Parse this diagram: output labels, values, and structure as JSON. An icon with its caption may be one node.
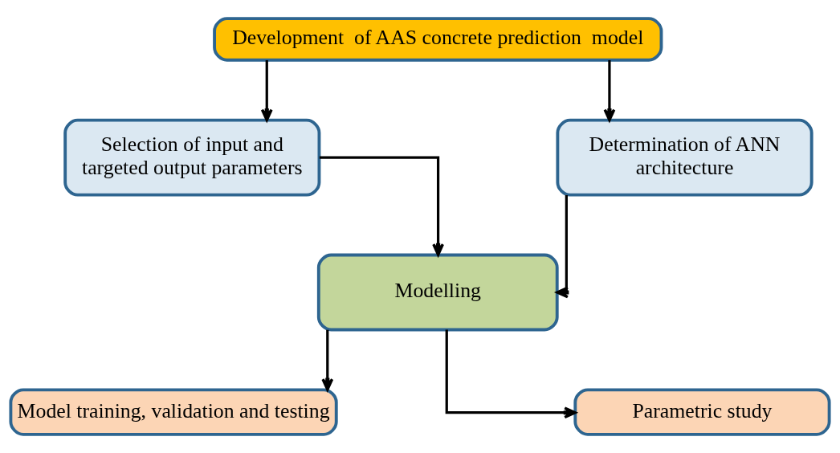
{
  "diagram": {
    "nodes": [
      {
        "text": [
          "Development  of AAS concrete prediction  model"
        ]
      },
      {
        "text": [
          "Selection of input and targeted output parameters"
        ]
      },
      {
        "text": [
          "Determination of ANN architecture"
        ]
      },
      {
        "text": [
          "Modelling"
        ]
      },
      {
        "text": [
          "Model training, validation and testing"
        ]
      },
      {
        "text": [
          "Parametric study"
        ]
      }
    ],
    "edges": [
      {
        "from": 0,
        "to": 1,
        "arrow": "to"
      },
      {
        "from": 0,
        "to": 2,
        "arrow": "to"
      },
      {
        "from": 1,
        "to": 3,
        "arrow": "to"
      },
      {
        "from": 2,
        "to": 3,
        "arrow": "to"
      },
      {
        "from": 3,
        "to": 4,
        "arrow": "to"
      },
      {
        "from": 3,
        "to": 5,
        "arrow": "to"
      }
    ]
  }
}
